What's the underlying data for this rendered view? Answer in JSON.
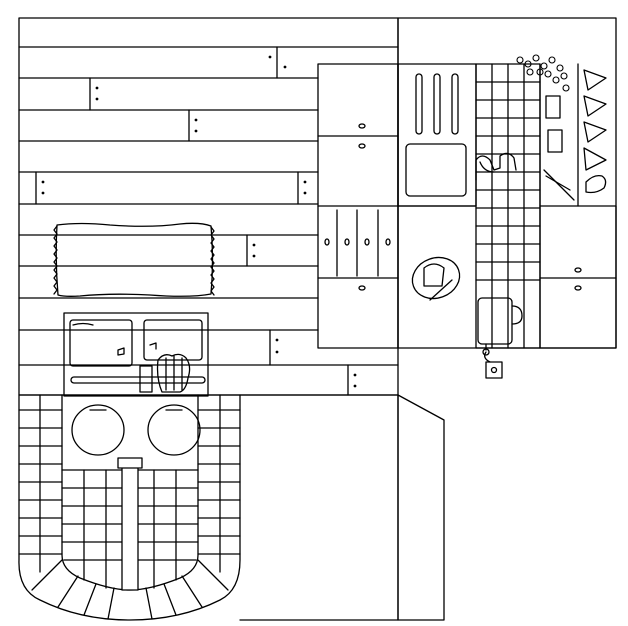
{
  "scene": {
    "style": "black-line-drawing",
    "line_color": "#000000",
    "paper_color": "#ffffff",
    "objects": [
      "wooden-plank-floor",
      "rug",
      "aga-stove",
      "kitchen-cabinets",
      "kitchen-sink",
      "tap",
      "tiled-backsplash",
      "plate-rack",
      "toast-on-plate",
      "toaster",
      "power-socket",
      "tiled-hearth",
      "wall-block"
    ]
  }
}
